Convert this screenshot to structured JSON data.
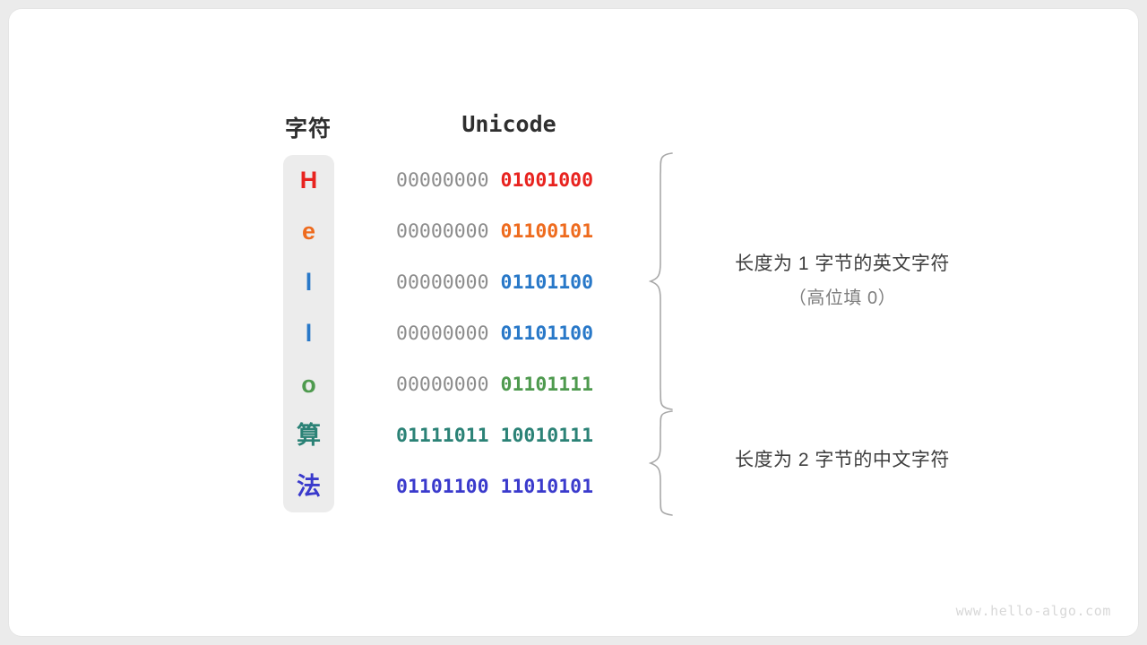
{
  "headers": {
    "character": "字符",
    "unicode": "Unicode"
  },
  "rows": [
    {
      "char": "H",
      "char_color": "#e8231f",
      "high_byte": "00000000",
      "low_byte": "01001000",
      "high_filled": false,
      "low_color": "#e8231f"
    },
    {
      "char": "e",
      "char_color": "#ee6b1e",
      "high_byte": "00000000",
      "low_byte": "01100101",
      "high_filled": false,
      "low_color": "#ee6b1e"
    },
    {
      "char": "l",
      "char_color": "#2878c8",
      "high_byte": "00000000",
      "low_byte": "01101100",
      "high_filled": false,
      "low_color": "#2878c8"
    },
    {
      "char": "l",
      "char_color": "#2878c8",
      "high_byte": "00000000",
      "low_byte": "01101100",
      "high_filled": false,
      "low_color": "#2878c8"
    },
    {
      "char": "o",
      "char_color": "#4e9a4e",
      "high_byte": "00000000",
      "low_byte": "01101111",
      "high_filled": false,
      "low_color": "#4e9a4e"
    },
    {
      "char": "算",
      "char_color": "#2b8276",
      "high_byte": "01111011",
      "low_byte": "10010111",
      "high_filled": true,
      "high_color": "#2b8276",
      "low_color": "#2b8276"
    },
    {
      "char": "法",
      "char_color": "#3a3acc",
      "high_byte": "01101100",
      "low_byte": "11010101",
      "high_filled": true,
      "high_color": "#3a3acc",
      "low_color": "#3a3acc"
    }
  ],
  "annotations": [
    {
      "main": "长度为 1 字节的英文字符",
      "sub": "（高位填 0）"
    },
    {
      "main": "长度为 2 字节的中文字符",
      "sub": ""
    }
  ],
  "watermark": "www.hello-algo.com",
  "colors": {
    "page_background": "#ebebeb",
    "card_background": "#ffffff",
    "column_background": "#ececec",
    "high_byte_gray": "#8c8c8c",
    "brace": "#a8a8a8",
    "header_text": "#2f2f2f",
    "annotation_main": "#3d3d3d",
    "annotation_sub": "#7e7e7e",
    "watermark": "#d8d8d8"
  }
}
